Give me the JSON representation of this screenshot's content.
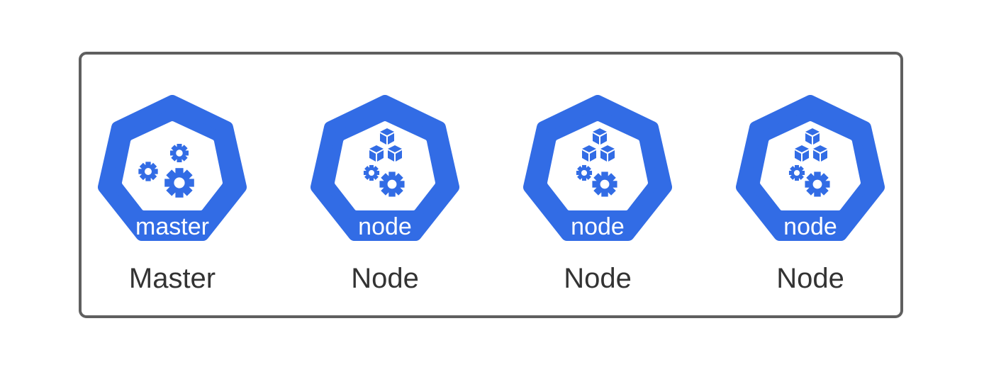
{
  "colors": {
    "badge_fill": "#326ce5",
    "badge_inner": "#ffffff",
    "frame_border": "#5f5f5f",
    "caption_text": "#333333"
  },
  "items": [
    {
      "badge_label": "master",
      "caption": "Master",
      "icon": "gears-icon"
    },
    {
      "badge_label": "node",
      "caption": "Node",
      "icon": "cubes-gears-icon"
    },
    {
      "badge_label": "node",
      "caption": "Node",
      "icon": "cubes-gears-icon"
    },
    {
      "badge_label": "node",
      "caption": "Node",
      "icon": "cubes-gears-icon"
    }
  ]
}
